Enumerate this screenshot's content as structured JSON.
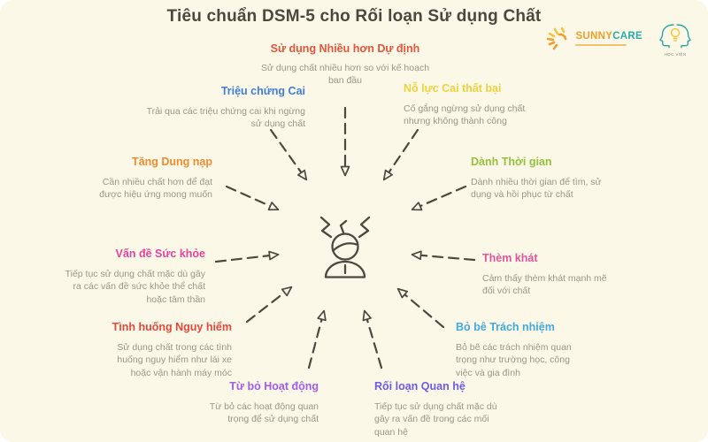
{
  "title": "Tiêu chuẩn DSM-5 cho Rối loạn Sử dụng Chất",
  "logos": {
    "sunnycare": {
      "name_part1": "SUNNY",
      "name_part2": "CARE"
    },
    "academy": {
      "label": "HỌC VIỆN"
    }
  },
  "center_icon": "stressed-person",
  "colors": {
    "background": "#fcf8e7",
    "arrow": "#4c4a3f",
    "title_text": "#4b493f",
    "description_text": "#9a968a"
  },
  "criteria": [
    {
      "id": "more-than-planned",
      "label": "Sử dụng Nhiều hơn Dự định",
      "description": "Sử dụng chất nhiều hơn so với kế hoạch ban đầu",
      "color": "#e4543b"
    },
    {
      "id": "withdrawal",
      "label": "Triệu chứng Cai",
      "description": "Trải qua các triệu chứng cai khi ngừng sử dụng chất",
      "color": "#3f7ed8"
    },
    {
      "id": "failed-quit",
      "label": "Nỗ lực Cai thất bại",
      "description": "Cố gắng ngừng sử dụng chất nhưng không thành công",
      "color": "#edd23e"
    },
    {
      "id": "tolerance",
      "label": "Tăng Dung nạp",
      "description": "Cần nhiều chất hơn để đạt được hiệu ứng mong muốn",
      "color": "#ee8b30"
    },
    {
      "id": "time-spent",
      "label": "Dành Thời gian",
      "description": "Dành nhiều thời gian để tìm, sử dụng và hồi phục từ chất",
      "color": "#94c13e"
    },
    {
      "id": "health-problems",
      "label": "Vấn đề Sức khỏe",
      "description": "Tiếp tục sử dụng chất mặc dù gây ra các vấn đề sức khỏe thể chất hoặc tâm thần",
      "color": "#e3449d"
    },
    {
      "id": "craving",
      "label": "Thèm khát",
      "description": "Cảm thấy thèm khát mạnh mẽ đối với chất",
      "color": "#e3529e"
    },
    {
      "id": "hazardous-situations",
      "label": "Tình huống Nguy hiểm",
      "description": "Sử dụng chất trong các tình huống nguy hiểm như lái xe hoặc vận hành máy móc",
      "color": "#e2483c"
    },
    {
      "id": "neglect-responsibilities",
      "label": "Bỏ bê Trách nhiệm",
      "description": "Bỏ bê các trách nhiệm quan trọng như trường học, công việc và gia đình",
      "color": "#41aade"
    },
    {
      "id": "give-up-activities",
      "label": "Từ bỏ Hoạt động",
      "description": "Từ bỏ các hoạt động quan trọng để sử dụng chất",
      "color": "#a45de8"
    },
    {
      "id": "relationship-problems",
      "label": "Rối loạn Quan hệ",
      "description": "Tiếp tục sử dụng chất mặc dù gây ra vấn đề trong các mối quan hệ",
      "color": "#6b5ce7"
    }
  ]
}
